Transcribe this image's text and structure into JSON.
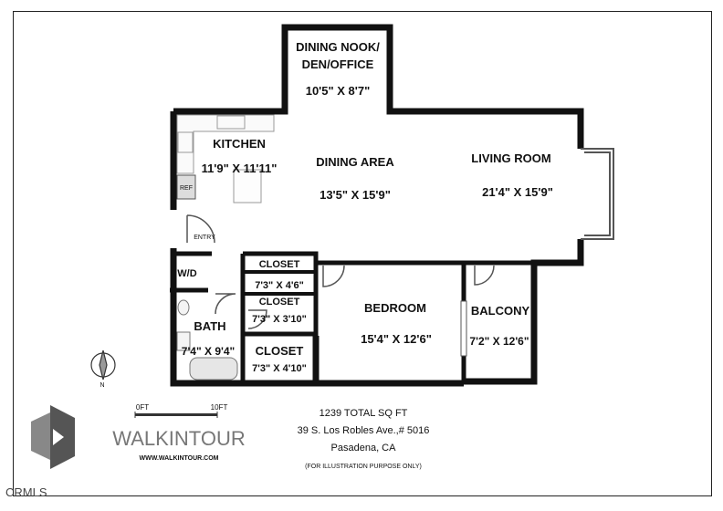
{
  "rooms": {
    "dining_nook": {
      "name_line1": "DINING NOOK/",
      "name_line2": "DEN/OFFICE",
      "dims": "10'5\" X 8'7\""
    },
    "kitchen": {
      "name": "KITCHEN",
      "dims": "11'9\" X 11'11\""
    },
    "dining_area": {
      "name": "DINING AREA",
      "dims": "13'5\" X 15'9\""
    },
    "living_room": {
      "name": "LIVING ROOM",
      "dims": "21'4\" X 15'9\""
    },
    "bedroom": {
      "name": "BEDROOM",
      "dims": "15'4\" X 12'6\""
    },
    "balcony": {
      "name": "BALCONY",
      "dims": "7'2\" X 12'6\""
    },
    "bath": {
      "name": "BATH",
      "dims": "7'4\" X 9'4\""
    },
    "closet1": {
      "name": "CLOSET",
      "dims": "7'3\" X 4'6\""
    },
    "closet2": {
      "name": "CLOSET",
      "dims": "7'3\" X 3'10\""
    },
    "closet3": {
      "name": "CLOSET",
      "dims": "7'3\" X 4'10\""
    },
    "wd": "W/D",
    "ref": "REF",
    "entry": "ENTRY"
  },
  "scale": {
    "start": "0FT",
    "end": "10FT"
  },
  "compass": "N",
  "brand": {
    "name": "WALKINTOUR",
    "url": "WWW.WALKINTOUR.COM"
  },
  "info": {
    "total": "1239 TOTAL SQ FT",
    "address": "39 S. Los Robles Ave.,# 5016",
    "city": "Pasadena, CA",
    "note": "(FOR ILLUSTRATION PURPOSE ONLY)"
  },
  "watermark": "CRMLS"
}
